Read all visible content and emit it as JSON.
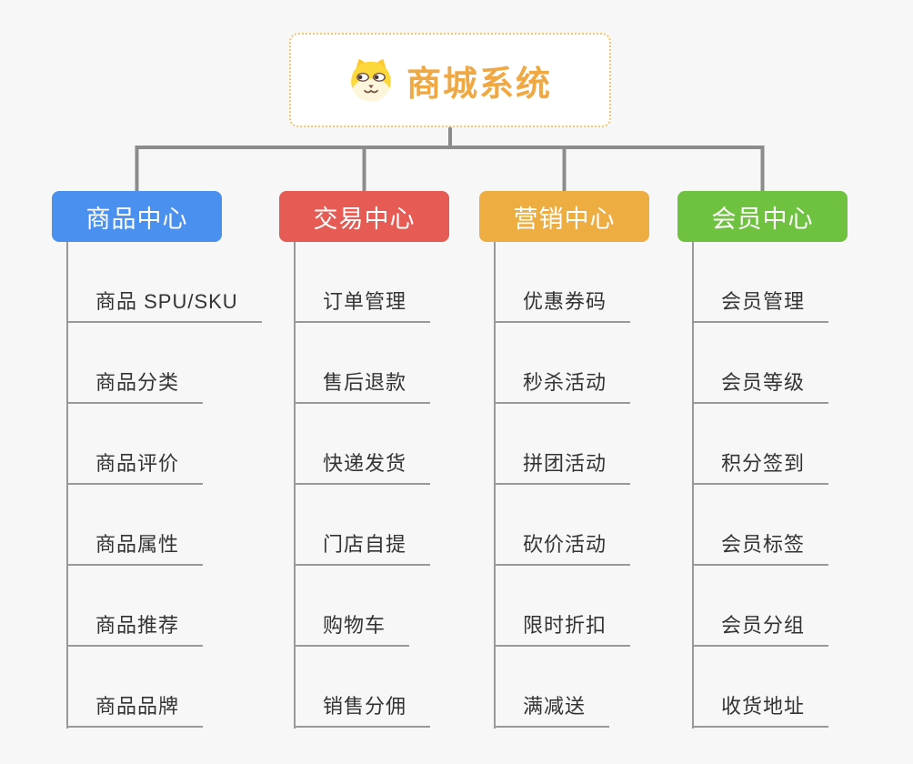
{
  "root": {
    "title": "商城系统",
    "icon": "dog-face-icon",
    "border_color": "#f3c468",
    "text_color": "#f0a843"
  },
  "colors": {
    "background": "#f7f7f7",
    "connector": "#8c8c8c",
    "leaf_line": "#999999",
    "leaf_text": "#333333"
  },
  "branches": [
    {
      "label": "商品中心",
      "color": "#4a90ee",
      "items": [
        "商品 SPU/SKU",
        "商品分类",
        "商品评价",
        "商品属性",
        "商品推荐",
        "商品品牌"
      ]
    },
    {
      "label": "交易中心",
      "color": "#e65b53",
      "items": [
        "订单管理",
        "售后退款",
        "快递发货",
        "门店自提",
        "购物车",
        "销售分佣"
      ]
    },
    {
      "label": "营销中心",
      "color": "#eead40",
      "items": [
        "优惠券码",
        "秒杀活动",
        "拼团活动",
        "砍价活动",
        "限时折扣",
        "满减送"
      ]
    },
    {
      "label": "会员中心",
      "color": "#6fc23f",
      "items": [
        "会员管理",
        "会员等级",
        "积分签到",
        "会员标签",
        "会员分组",
        "收货地址"
      ]
    }
  ]
}
